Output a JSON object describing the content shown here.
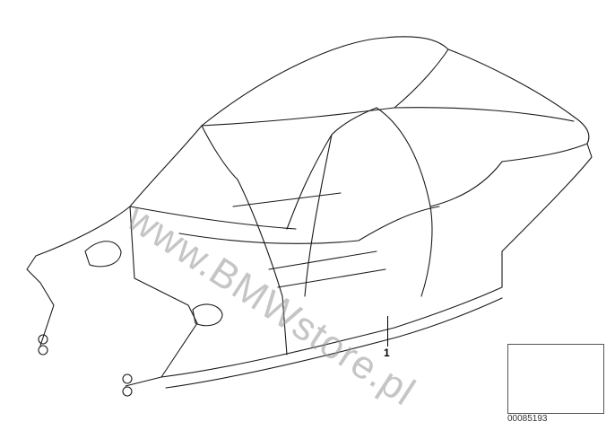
{
  "diagram": {
    "part_number_label": "1",
    "watermark_text": "www.BMWstore.pl",
    "reference_code": "00085193",
    "line_color": "#1a1a1a",
    "fill_color": "#ffffff"
  }
}
